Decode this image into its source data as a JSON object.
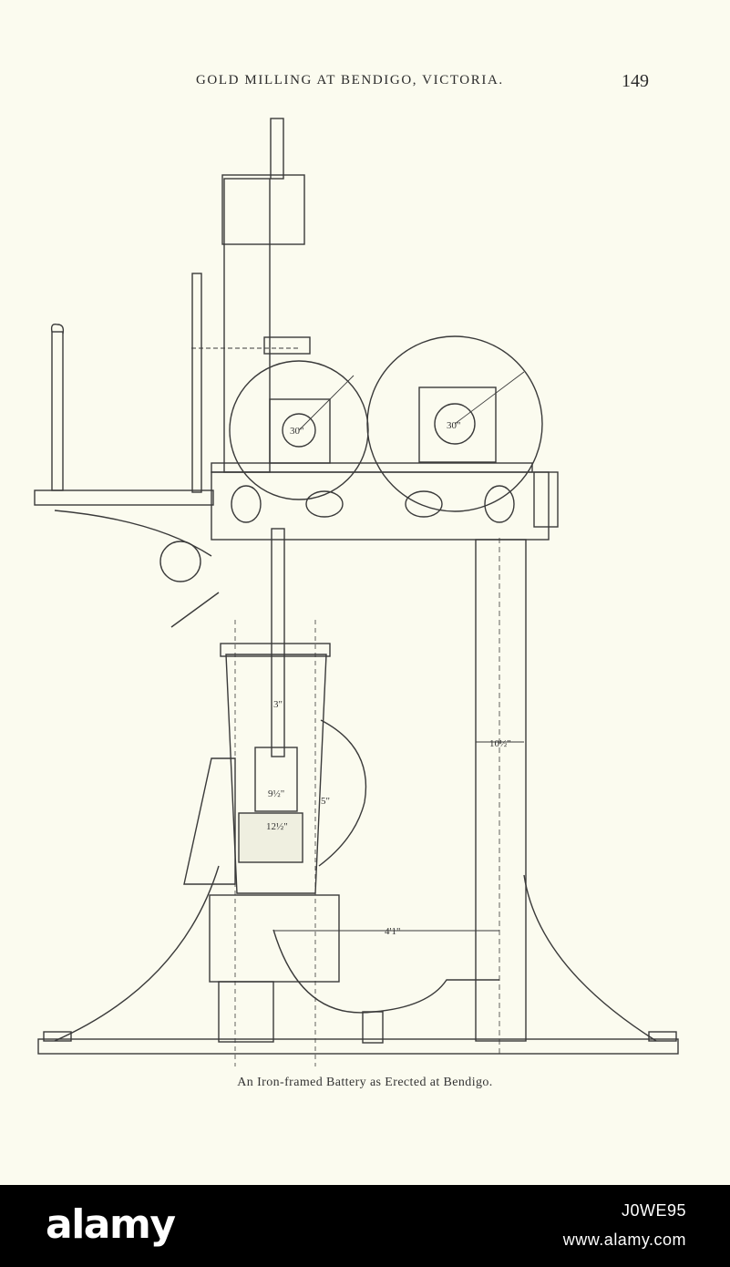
{
  "header": {
    "running_title": "GOLD MILLING AT BENDIGO, VICTORIA.",
    "page_number": "149"
  },
  "figure": {
    "dimension_labels": {
      "pulley_left": "30\"",
      "pulley_right": "30\"",
      "stem": "3\"",
      "column": "10½\"",
      "die_upper": "9½\"",
      "die_lower": "12½\"",
      "mortar_side": "5\"",
      "base_span": "4'1\""
    },
    "caption": "An Iron-framed Battery as Erected at Bendigo."
  },
  "footer": {
    "logo": "alamy",
    "image_id": "J0WE95",
    "site_url": "www.alamy.com"
  }
}
